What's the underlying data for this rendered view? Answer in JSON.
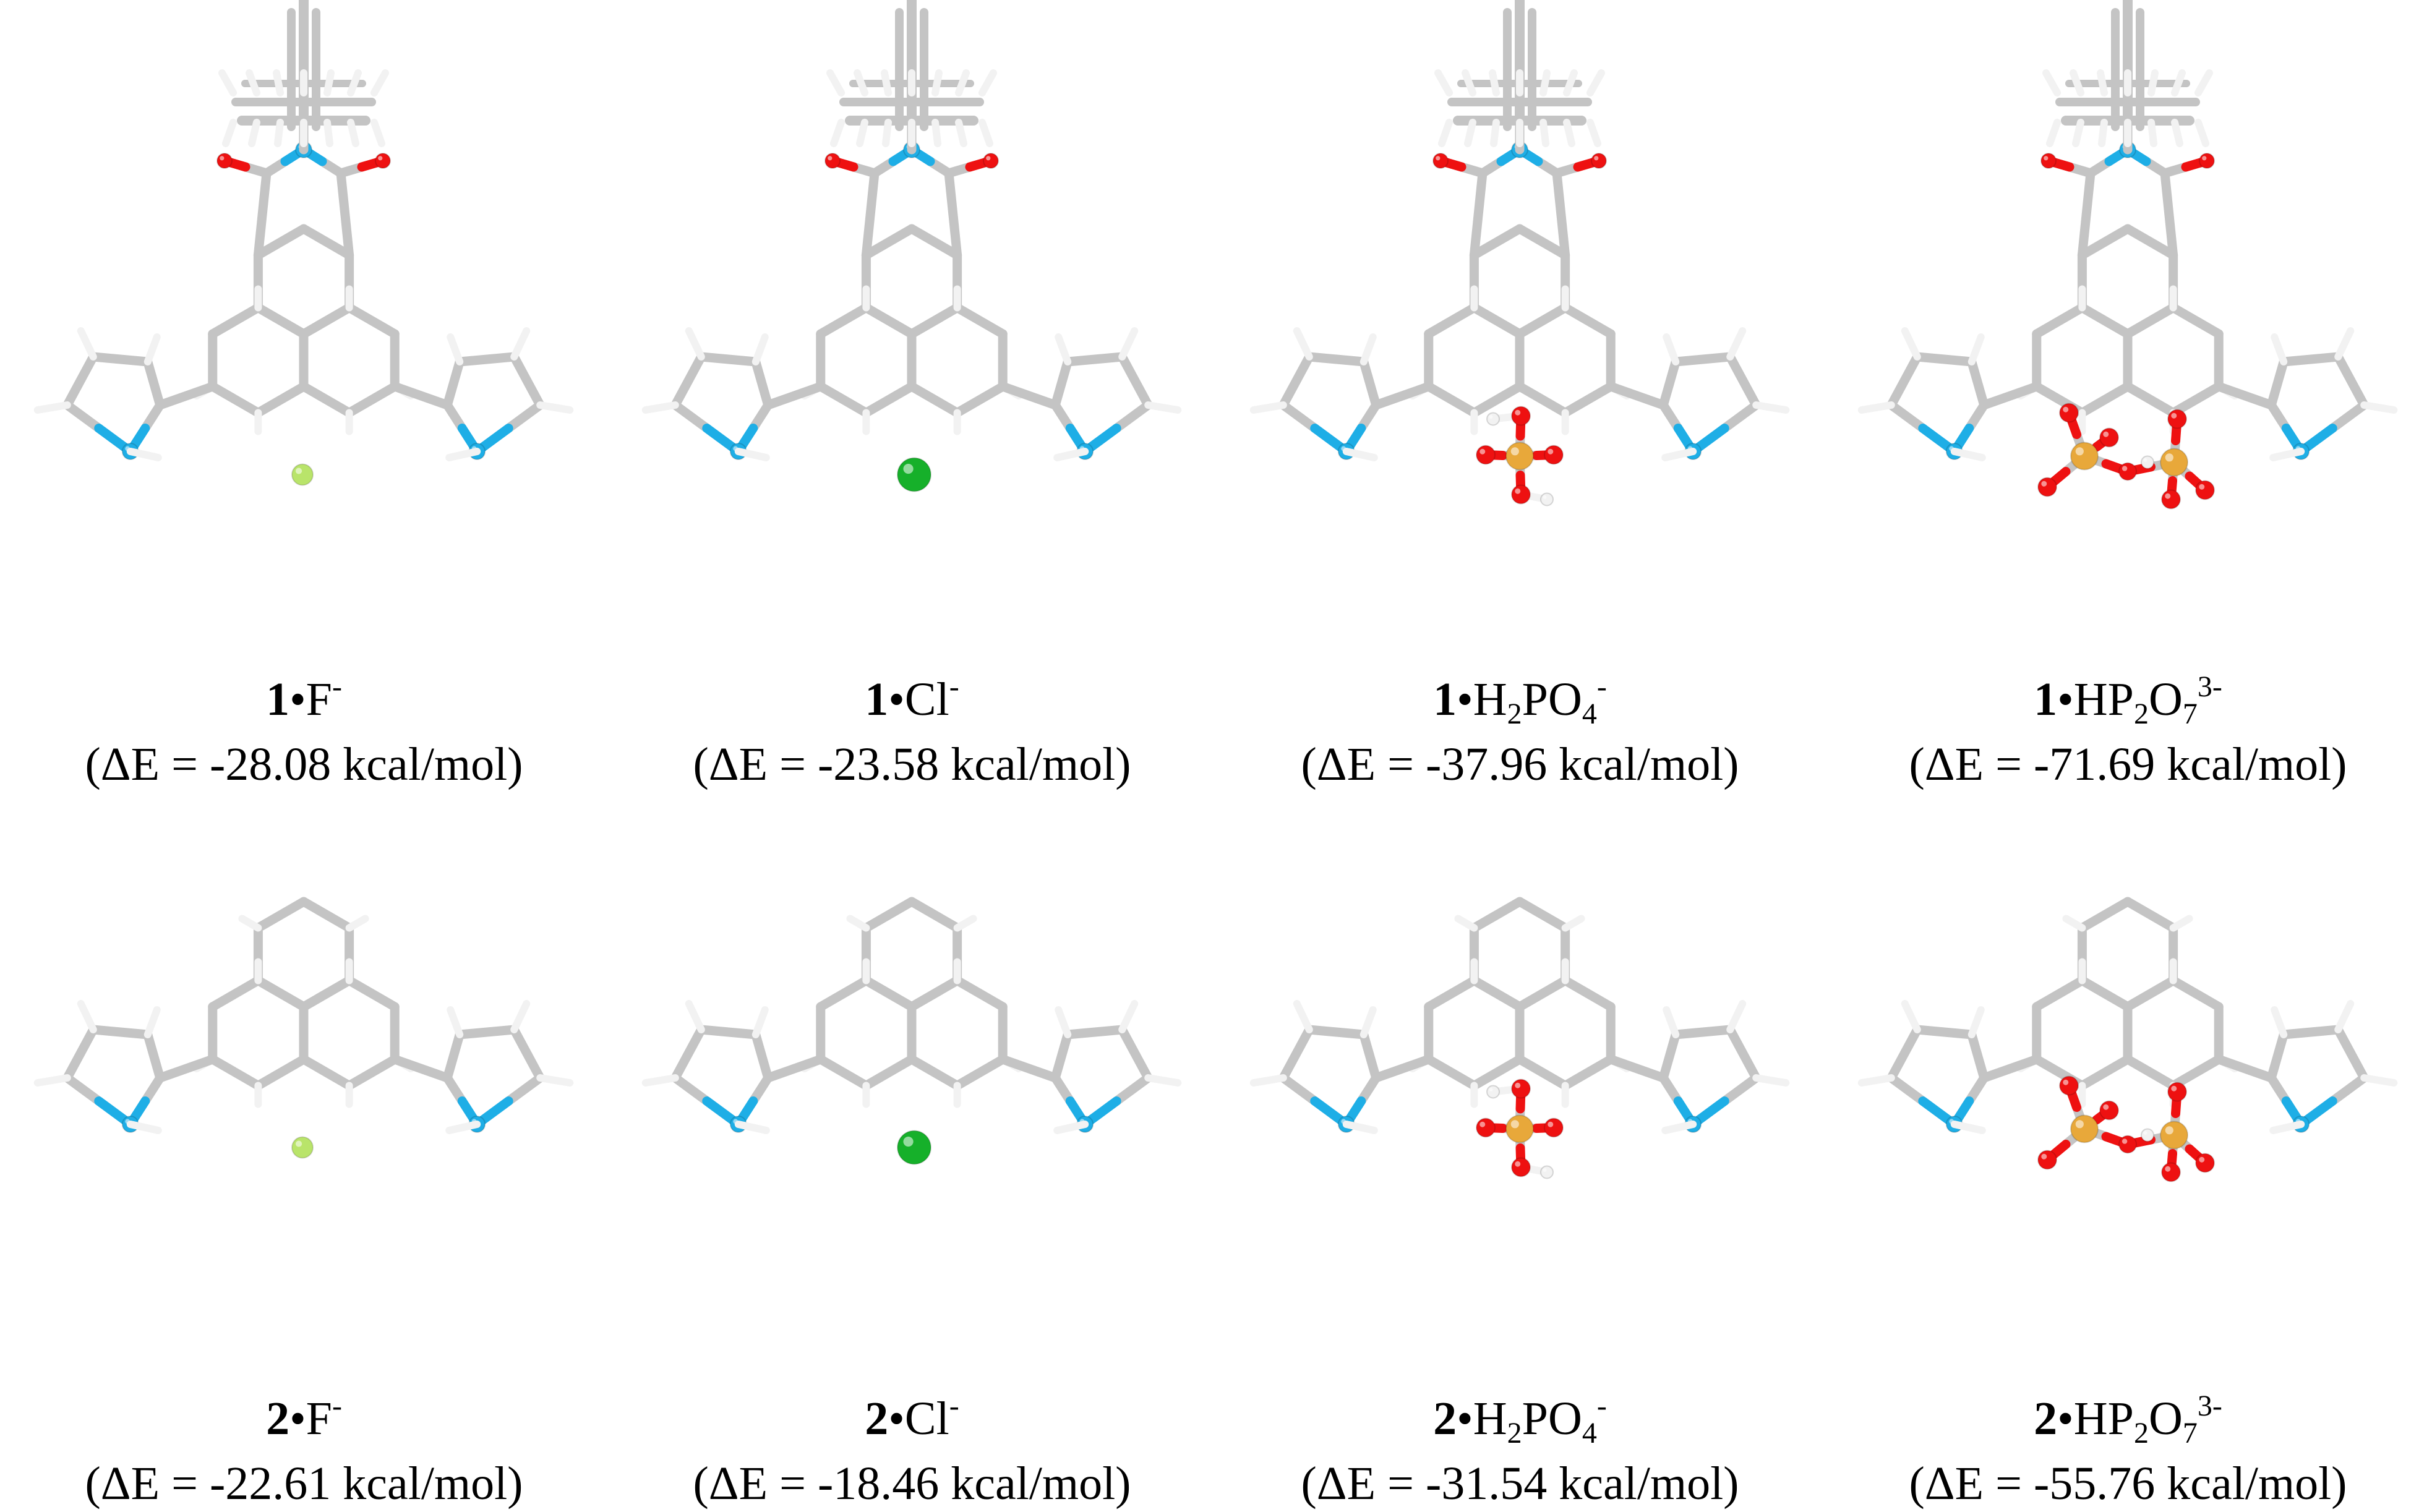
{
  "panels": [
    {
      "id": "1F",
      "row": 0,
      "col": 0,
      "has_imide": true,
      "anion": "F",
      "compound": "1",
      "bullet": "•",
      "anion_text": [
        "F"
      ],
      "energy": "(ΔE = -28.08 kcal/mol)"
    },
    {
      "id": "1Cl",
      "row": 0,
      "col": 1,
      "has_imide": true,
      "anion": "Cl",
      "compound": "1",
      "bullet": "•",
      "anion_text": [
        "Cl"
      ],
      "energy": "(ΔE = -23.58 kcal/mol)"
    },
    {
      "id": "1H2PO4",
      "row": 0,
      "col": 2,
      "has_imide": true,
      "anion": "H2PO4",
      "compound": "1",
      "bullet": "•",
      "anion_text": [
        "H",
        "2",
        "PO",
        "4"
      ],
      "energy": "(ΔE = -37.96 kcal/mol)"
    },
    {
      "id": "1HP2O7",
      "row": 0,
      "col": 3,
      "has_imide": true,
      "anion": "HP2O7",
      "compound": "1",
      "bullet": "•",
      "anion_text": [
        "HP",
        "2",
        "O",
        "7"
      ],
      "energy": "(ΔE = -71.69 kcal/mol)"
    },
    {
      "id": "2F",
      "row": 1,
      "col": 0,
      "has_imide": false,
      "anion": "F",
      "compound": "2",
      "bullet": "•",
      "anion_text": [
        "F"
      ],
      "energy": "(ΔE = -22.61 kcal/mol)"
    },
    {
      "id": "2Cl",
      "row": 1,
      "col": 1,
      "has_imide": false,
      "anion": "Cl",
      "compound": "2",
      "bullet": "•",
      "anion_text": [
        "Cl"
      ],
      "energy": "(ΔE = -18.46 kcal/mol)"
    },
    {
      "id": "2H2PO4",
      "row": 1,
      "col": 2,
      "has_imide": false,
      "anion": "H2PO4",
      "compound": "2",
      "bullet": "•",
      "anion_text": [
        "H",
        "2",
        "PO",
        "4"
      ],
      "energy": "(ΔE = -31.54 kcal/mol)"
    },
    {
      "id": "2HP2O7",
      "row": 1,
      "col": 3,
      "has_imide": false,
      "anion": "HP2O7",
      "compound": "2",
      "bullet": "•",
      "anion_text": [
        "HP",
        "2",
        "O",
        "7"
      ],
      "energy": "(ΔE = -55.76 kcal/mol)"
    }
  ],
  "charges": {
    "F": "-",
    "Cl": "-",
    "H2PO4": "-",
    "HP2O7": "3-"
  },
  "colors": {
    "carbon": "#c4c4c4",
    "hydrogen": "#f2f2f2",
    "nitrogen": "#1eaee6",
    "oxygen": "#ee1111",
    "phosphorus": "#e8a83a",
    "fluoride": "#b9e46a",
    "chloride": "#16b02a",
    "text": "#000000"
  }
}
